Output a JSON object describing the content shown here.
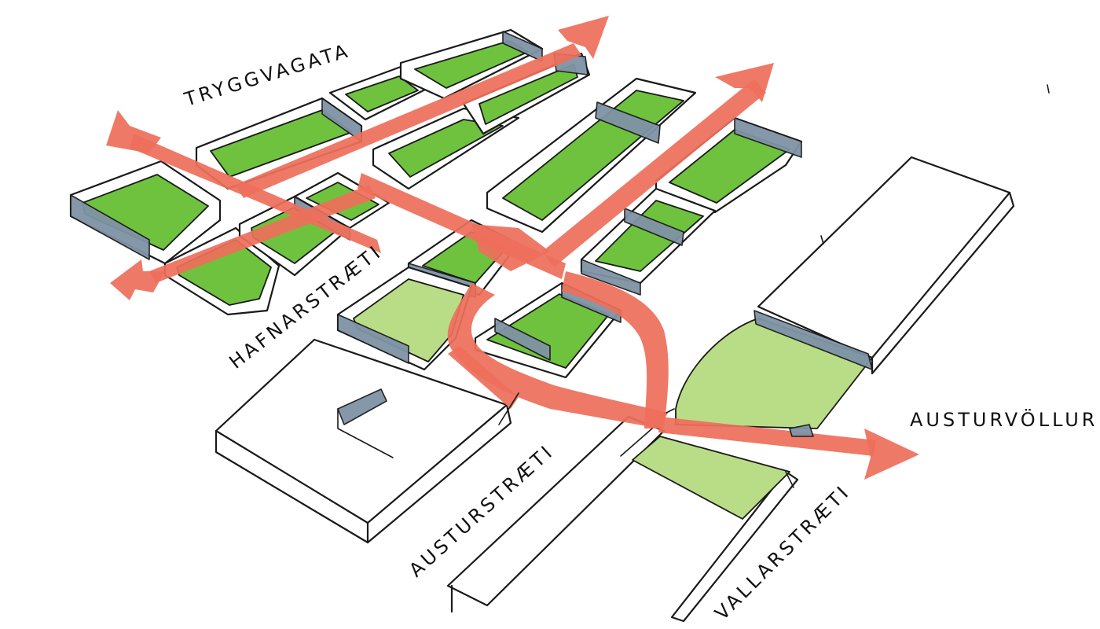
{
  "diagram": {
    "labels": {
      "tryggvagata": "TRYGGVAGATA",
      "hafnarstraeti": "HAFNARSTRÆTI",
      "austurstraeti": "AUSTURSTRÆTI",
      "austurvollur": "AUSTURVÖLLUR",
      "vallarstraeti": "VALLARSTRÆTI"
    },
    "colors": {
      "courtyard": "#6fc23e",
      "courtyard_light": "#b9dd86",
      "route_arrow": "#ee6f5b",
      "facade_shadow": "#7f93a6",
      "ink": "#1a1a1a"
    },
    "icons": [
      "arrow-left-icon",
      "arrow-up-right-icon",
      "arrow-right-icon"
    ]
  }
}
